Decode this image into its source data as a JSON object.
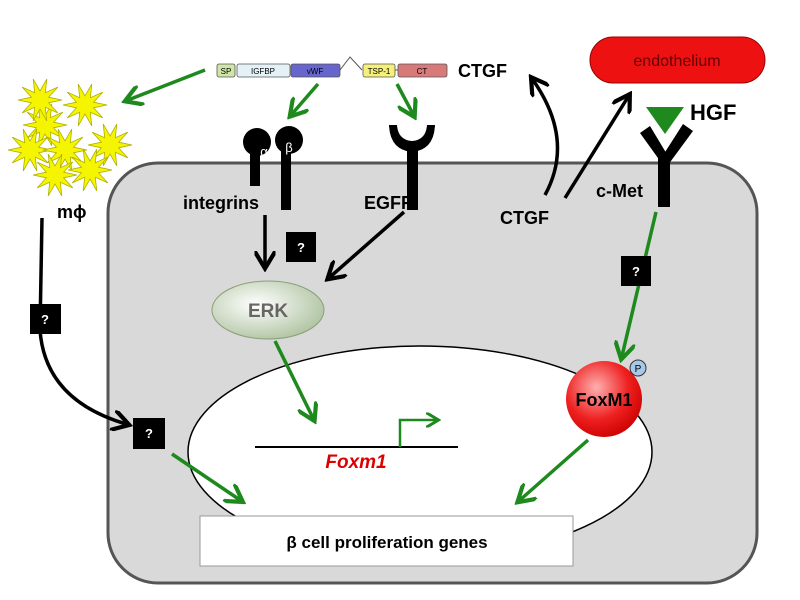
{
  "domains": {
    "sp": "SP",
    "igfbp": "IGFBP",
    "vwf": "vWF",
    "tsp1": "TSP-1",
    "ct": "CT"
  },
  "labels": {
    "ctgf_top": "CTGF",
    "ctgf_inside": "CTGF",
    "endothelium": "endothelium",
    "hgf": "HGF",
    "cmet": "c-Met",
    "alpha": "α",
    "beta": "β",
    "integrins": "integrins",
    "egfr": "EGFR",
    "macrophage": "mϕ",
    "erk": "ERK",
    "foxm1_protein": "FoxM1",
    "phospho": "P",
    "foxm1_gene": "Foxm1",
    "genes": "β cell proliferation genes",
    "unknown": "?"
  },
  "colors": {
    "cell": "#d9d9d9",
    "green_arrow": "#1e8a1e",
    "endothelium": "#ee1111",
    "foxm1_gene": "#dd0000",
    "star": "#f5f500"
  }
}
